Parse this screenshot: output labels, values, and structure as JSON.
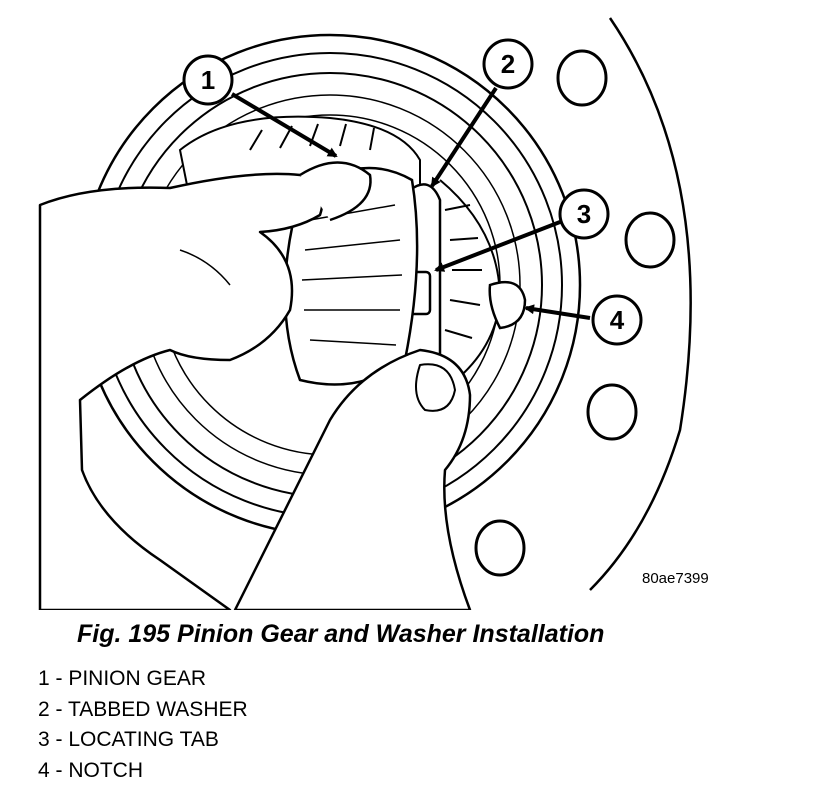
{
  "figure": {
    "id_label": "80ae7399",
    "callouts": [
      {
        "number": "1"
      },
      {
        "number": "2"
      },
      {
        "number": "3"
      },
      {
        "number": "4"
      }
    ]
  },
  "caption": "Fig. 195 Pinion Gear and Washer Installation",
  "legend": [
    {
      "text": "1 - PINION GEAR"
    },
    {
      "text": "2 - TABBED WASHER"
    },
    {
      "text": "3 - LOCATING TAB"
    },
    {
      "text": "4 - NOTCH"
    }
  ],
  "colors": {
    "ink": "#000000",
    "paper": "#ffffff"
  }
}
